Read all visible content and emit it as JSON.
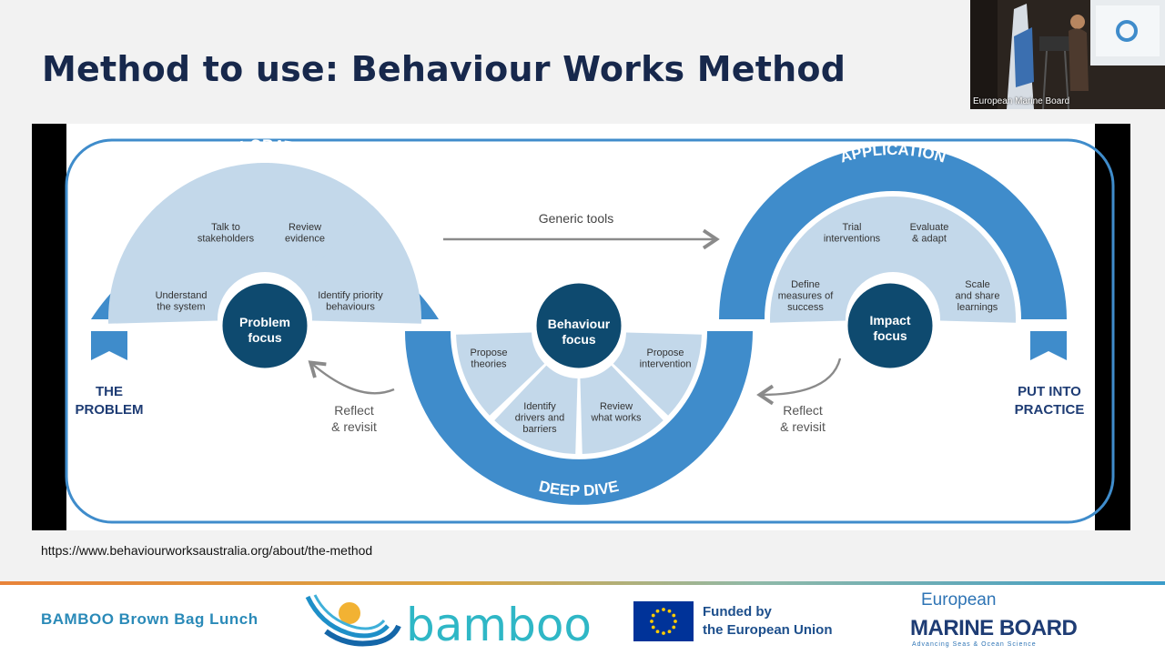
{
  "slide": {
    "title": "Method to use: Behaviour Works Method",
    "source_url": "https://www.behaviourworksaustralia.org/about/the-method"
  },
  "diagram": {
    "start_label": [
      "THE",
      "PROBLEM"
    ],
    "end_label": [
      "PUT INTO",
      "PRACTICE"
    ],
    "exploration": {
      "title": "EXPLORATION",
      "hub": [
        "Problem",
        "focus"
      ],
      "segments": [
        [
          "Understand",
          "the system"
        ],
        [
          "Talk to",
          "stakeholders"
        ],
        [
          "Review",
          "evidence"
        ],
        [
          "Identify priority",
          "behaviours"
        ]
      ],
      "reflect": [
        "Reflect",
        "& revisit"
      ]
    },
    "deep_dive": {
      "title": "DEEP DIVE",
      "hub": [
        "Behaviour",
        "focus"
      ],
      "segments": [
        [
          "Propose",
          "theories"
        ],
        [
          "Identify",
          "drivers and",
          "barriers"
        ],
        [
          "Review",
          "what works"
        ],
        [
          "Propose",
          "intervention"
        ]
      ]
    },
    "application": {
      "title": "APPLICATION",
      "hub": [
        "Impact",
        "focus"
      ],
      "segments": [
        [
          "Define",
          "measures of",
          "success"
        ],
        [
          "Trial",
          "interventions"
        ],
        [
          "Evaluate",
          "& adapt"
        ],
        [
          "Scale",
          "and share",
          "learnings"
        ]
      ],
      "reflect": [
        "Reflect",
        "& revisit"
      ]
    },
    "generic_tools": "Generic tools"
  },
  "footer": {
    "event": "BAMBOO Brown Bag Lunch",
    "bamboo_wordmark": "bamboo",
    "eu_funding": [
      "Funded by",
      "the European Union"
    ],
    "emb_logo": {
      "top": "European",
      "main": "MARINE BOARD",
      "tagline": "Advancing Seas & Ocean Science"
    }
  },
  "video": {
    "participant": "European Marine Board"
  },
  "colors": {
    "title": "#17284c",
    "band": "#3f8ccb",
    "segment": "#c3d8ea",
    "hub": "#0e4a6f",
    "footer_event": "#2a8ab8"
  }
}
